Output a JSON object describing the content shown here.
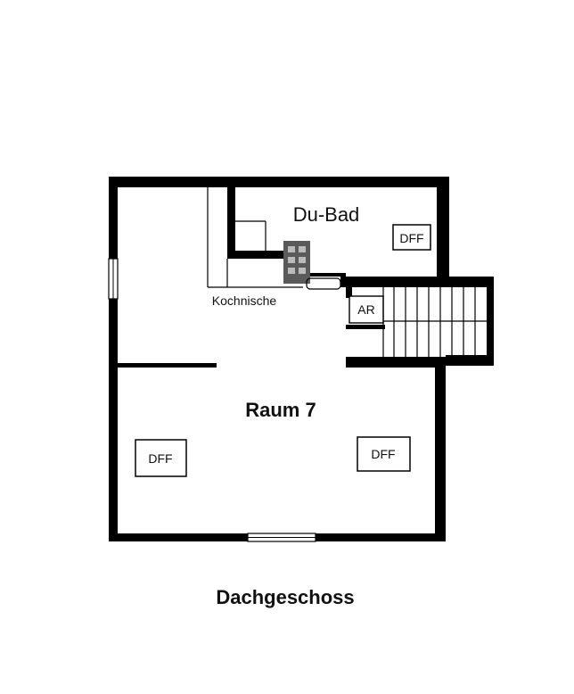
{
  "plan": {
    "caption": "Dachgeschoss",
    "rooms": {
      "bath": "Du-Bad",
      "kitchenette": "Kochnische",
      "main": "Raum 7",
      "storage": "AR"
    },
    "roof_windows": {
      "bath": "DFF",
      "left": "DFF",
      "right": "DFF"
    }
  },
  "colors": {
    "wall": "#000000",
    "background": "#ffffff",
    "stove": "#5a5a5a"
  }
}
